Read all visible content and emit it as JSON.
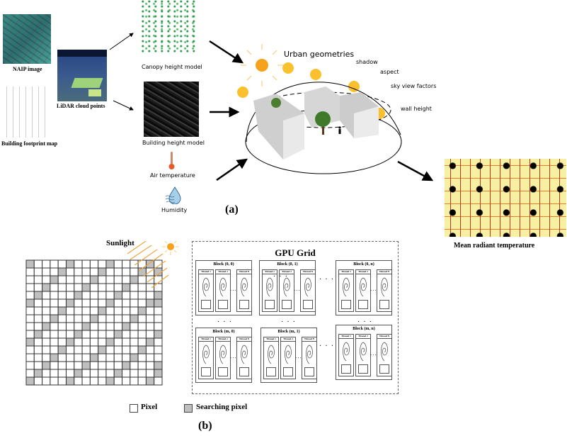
{
  "part_a": {
    "inputs": {
      "naip": "NAIP image",
      "footprint": "Building footprint map",
      "lidar": "LiDAR cloud points"
    },
    "models": {
      "canopy": "Canopy height model",
      "building": "Building height model",
      "air_temperature": "Air temperature",
      "humidity": "Humidity"
    },
    "urban": {
      "title": "Urban geometries",
      "factors": [
        "shadow",
        "aspect",
        "sky view factors",
        "wall height"
      ]
    },
    "output": "Mean radiant temperature",
    "panel_label": "(a)"
  },
  "part_b": {
    "sunlight_label": "Sunlight",
    "grid": {
      "columns": 17,
      "rows": 16
    },
    "gpu_grid": {
      "title": "GPU Grid",
      "blocks": [
        {
          "label": "Block (0, 0)",
          "threads": [
            "Thread 1",
            "Thread 2",
            "Thread N"
          ]
        },
        {
          "label": "Block (0, 1)",
          "threads": [
            "Thread 1",
            "Thread 2",
            "Thread N"
          ]
        },
        {
          "label": "Block (0, n)",
          "threads": [
            "Thread 1",
            "Thread 2",
            "Thread N"
          ]
        },
        {
          "label": "Block (m, 0)",
          "threads": [
            "Thread 1",
            "Thread 2",
            "Thread N"
          ]
        },
        {
          "label": "Block (m, 1)",
          "threads": [
            "Thread 1",
            "Thread 2",
            "Thread N"
          ]
        },
        {
          "label": "Block (m, n)",
          "threads": [
            "Thread 1",
            "Thread 2",
            "Thread N"
          ]
        }
      ],
      "ellipsis": "· · ·",
      "thread_ellipsis": "···"
    },
    "legend": [
      {
        "label": "Pixel",
        "color": "#ffffff"
      },
      {
        "label": "Searching pixel",
        "color": "#bfbfbf"
      }
    ],
    "panel_label": "(b)"
  },
  "colors": {
    "sun": "#f7a21b",
    "sun_small": "#fbc02d",
    "sun_rays": "#f0a23a",
    "searching_pixel": "#bfbfbf"
  }
}
